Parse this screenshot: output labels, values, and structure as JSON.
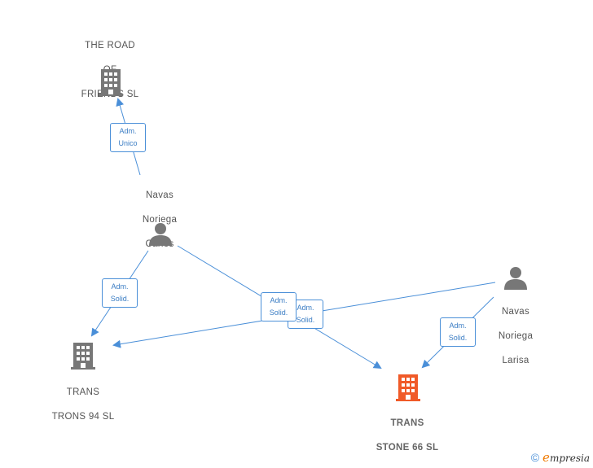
{
  "nodes": {
    "road_of_friends": {
      "label_lines": [
        "THE ROAD",
        "OF",
        "FRIENDS  SL"
      ],
      "type": "company"
    },
    "navas_carlos": {
      "label_lines": [
        "Navas",
        "Noriega",
        "Carlos"
      ],
      "type": "person"
    },
    "trans_trons": {
      "label_lines": [
        "TRANS",
        "TRONS 94  SL"
      ],
      "type": "company"
    },
    "trans_stone": {
      "label_lines": [
        "TRANS",
        "STONE 66  SL"
      ],
      "type": "company",
      "highlight": true
    },
    "navas_larisa": {
      "label_lines": [
        "Navas",
        "Noriega",
        "Larisa"
      ],
      "type": "person"
    }
  },
  "edges": {
    "carlos_road": {
      "badge": [
        "Adm.",
        "Unico"
      ]
    },
    "carlos_trons": {
      "badge": [
        "Adm.",
        "Solid."
      ]
    },
    "carlos_stone": {
      "badge": [
        "Adm.",
        "Solid."
      ]
    },
    "larisa_trons": {
      "badge": [
        "Adm.",
        "Solid."
      ]
    },
    "larisa_stone": {
      "badge": [
        "Adm.",
        "Solid."
      ]
    }
  },
  "colors": {
    "edge": "#4a8fd8",
    "icon_default": "#777777",
    "icon_highlight": "#f05a28"
  },
  "footer": {
    "copyright_symbol": "©",
    "brand_initial": "e",
    "brand_rest": "mpresia"
  }
}
